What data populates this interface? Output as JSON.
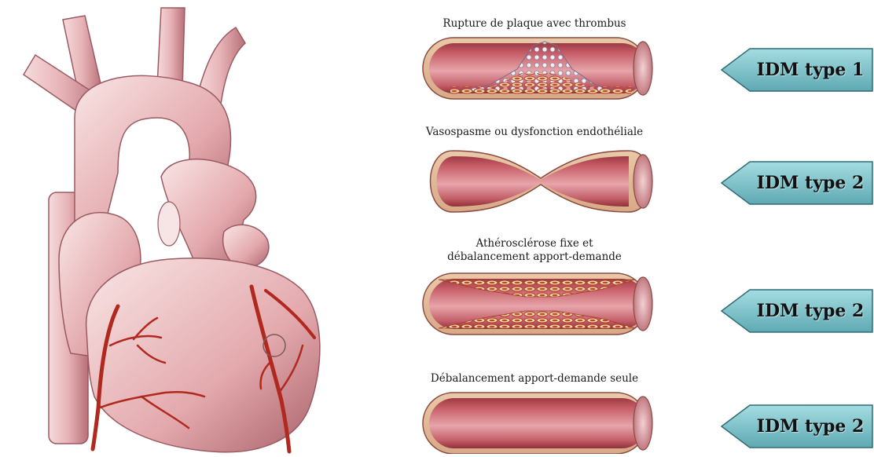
{
  "diagram": {
    "panels": [
      {
        "caption": "Rupture de plaque avec thrombus",
        "badge": "IDM type 1",
        "vessel": "plaque-thrombus"
      },
      {
        "caption": "Vasospasme ou dysfonction endothéliale",
        "badge": "IDM type 2",
        "vessel": "vasospasm"
      },
      {
        "caption_line1": "Athérosclérose fixe et",
        "caption_line2": "débalancement apport-demande",
        "badge": "IDM type 2",
        "vessel": "fixed-atherosclerosis"
      },
      {
        "caption": "Débalancement apport-demande seule",
        "badge": "IDM type 2",
        "vessel": "normal"
      }
    ]
  },
  "colors": {
    "heart_fill": "#e8b8bb",
    "vessel_wall": "#c0505a",
    "coronary_artery": "#b0281e",
    "badge_fill": "#7fc4cc",
    "plaque": "#e8c9a0"
  }
}
